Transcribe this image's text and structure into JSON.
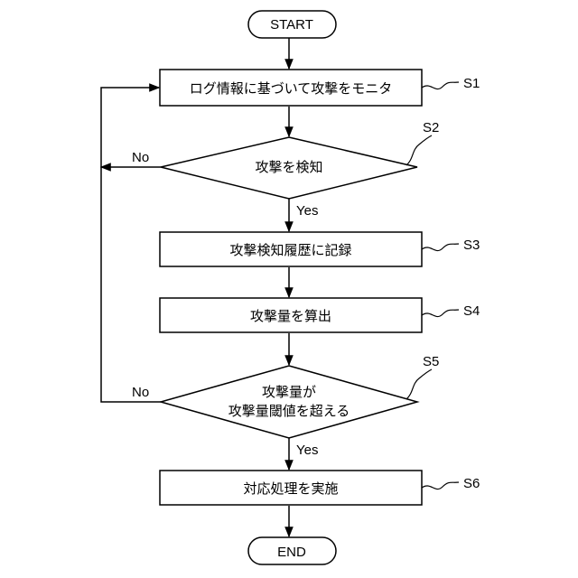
{
  "nodes": {
    "start": "START",
    "s1": "ログ情報に基づいて攻撃をモニタ",
    "s2": "攻撃を検知",
    "s3": "攻撃検知履歴に記録",
    "s4": "攻撃量を算出",
    "s5_line1": "攻撃量が",
    "s5_line2": "攻撃量閾値を超える",
    "s6": "対応処理を実施",
    "end": "END"
  },
  "step_labels": {
    "s1": "S1",
    "s2": "S2",
    "s3": "S3",
    "s4": "S4",
    "s5": "S5",
    "s6": "S6"
  },
  "branch_labels": {
    "s2_yes": "Yes",
    "s2_no": "No",
    "s5_yes": "Yes",
    "s5_no": "No"
  }
}
